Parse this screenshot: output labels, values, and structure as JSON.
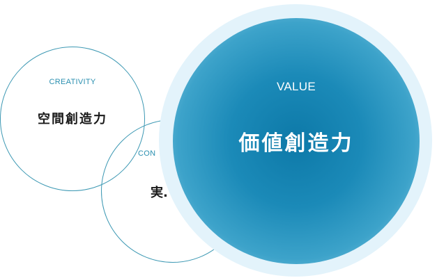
{
  "circles": {
    "creativity": {
      "label_en": "CREATIVITY",
      "label_jp": "空間創造力"
    },
    "construction": {
      "label_en": "CON",
      "label_jp": "実."
    },
    "value": {
      "label_en": "VALUE",
      "label_jp": "価値創造力"
    }
  },
  "colors": {
    "outline": "#3c98b3",
    "accent_text": "#2a8fb0",
    "value_core": "#0d79a8",
    "value_halo": "#e3f3fb"
  }
}
